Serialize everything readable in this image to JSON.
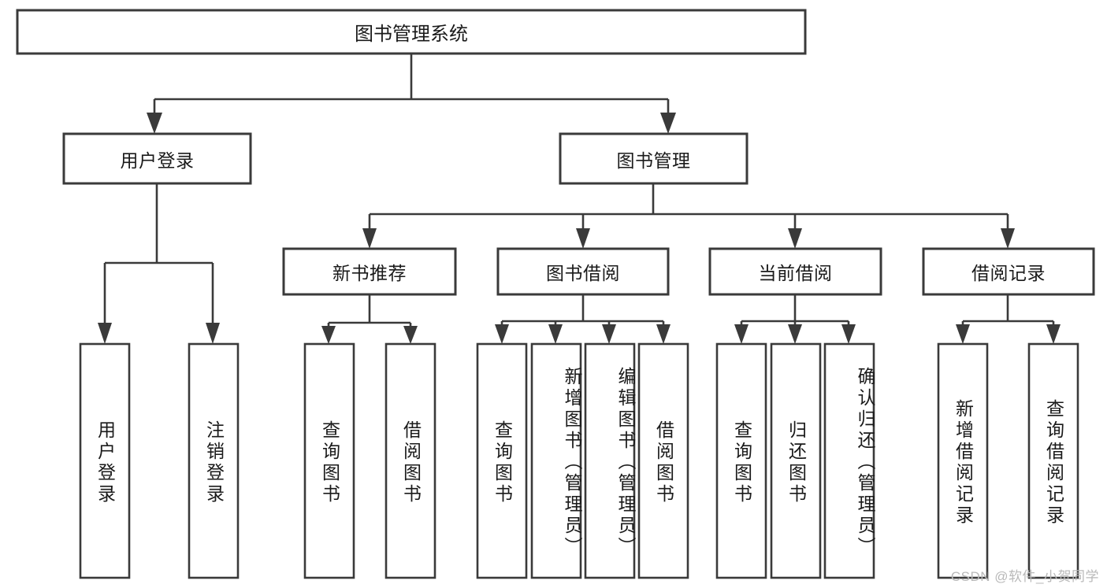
{
  "diagram": {
    "type": "hierarchy-tree",
    "title": "图书管理系统",
    "watermark": "CSDN @软件_小贺同学",
    "colors": {
      "stroke": "#3a3a3a",
      "fill": "#ffffff",
      "text": "#1a1a1a",
      "watermark": "#b9b9b9"
    },
    "nodes": {
      "root": {
        "label": "图书管理系统"
      },
      "level2": [
        {
          "label": "用户登录"
        },
        {
          "label": "图书管理"
        }
      ],
      "level3": [
        {
          "label": "新书推荐"
        },
        {
          "label": "图书借阅"
        },
        {
          "label": "当前借阅"
        },
        {
          "label": "借阅记录"
        }
      ],
      "leaves": {
        "user_login": [
          {
            "label": "用户登录"
          },
          {
            "label": "注销登录"
          }
        ],
        "new_book_recommend": [
          {
            "label": "查询图书"
          },
          {
            "label": "借阅图书"
          }
        ],
        "book_borrow": [
          {
            "label": "查询图书"
          },
          {
            "label": "新增图书（管理员）"
          },
          {
            "label": "编辑图书（管理员）"
          },
          {
            "label": "借阅图书"
          }
        ],
        "current_borrow": [
          {
            "label": "查询图书"
          },
          {
            "label": "归还图书"
          },
          {
            "label": "确认归还（管理员）"
          }
        ],
        "borrow_record": [
          {
            "label": "新增借阅记录"
          },
          {
            "label": "查询借阅记录"
          }
        ]
      }
    }
  }
}
